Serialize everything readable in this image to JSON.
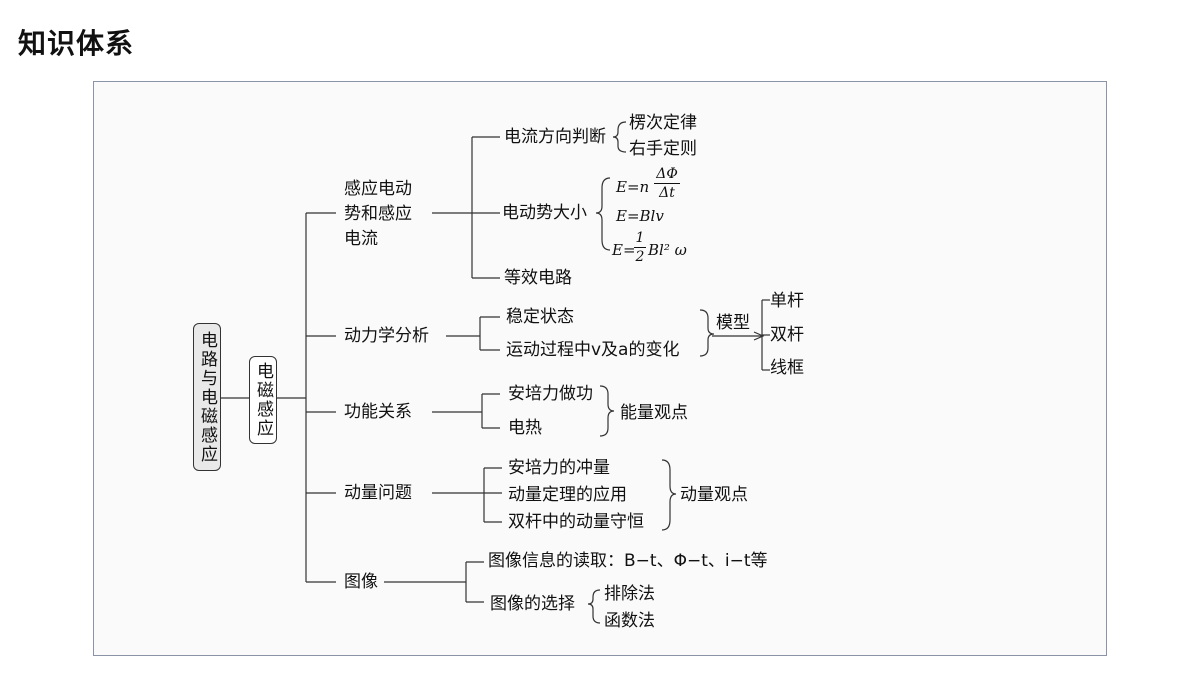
{
  "header": {
    "title": "知识体系"
  },
  "diagram": {
    "root": "电路与电磁感应",
    "level1": "电磁感应",
    "branches": {
      "emf": {
        "label": "感应电动势和感应电流",
        "line1": "感应电动",
        "line2": "势和感应",
        "line3": "电流",
        "current_direction": {
          "label": "电流方向判断",
          "items": [
            "楞次定律",
            "右手定则"
          ]
        },
        "emf_magnitude": {
          "label": "电动势大小",
          "f1_prefix": "E=n",
          "f1_num": "ΔΦ",
          "f1_den": "Δt",
          "f2": "E=Blv",
          "f3_prefix": "E=",
          "f3_num": "1",
          "f3_den": "2",
          "f3_suffix": "Bl² ω"
        },
        "equivalent_circuit": "等效电路"
      },
      "dynamics": {
        "label": "动力学分析",
        "items": [
          "稳定状态",
          "运动过程中v及a的变化"
        ],
        "model_label": "模型",
        "models": [
          "单杆",
          "双杆",
          "线框"
        ]
      },
      "work_energy": {
        "label": "功能关系",
        "items": [
          "安培力做功",
          "电热"
        ],
        "conclusion": "能量观点"
      },
      "momentum": {
        "label": "动量问题",
        "items": [
          "安培力的冲量",
          "动量定理的应用",
          "双杆中的动量守恒"
        ],
        "conclusion": "动量观点"
      },
      "graphs": {
        "label": "图像",
        "reading": "图像信息的读取：B−t、Φ−t、i−t等",
        "selection": "图像的选择",
        "methods": [
          "排除法",
          "函数法"
        ]
      }
    }
  }
}
